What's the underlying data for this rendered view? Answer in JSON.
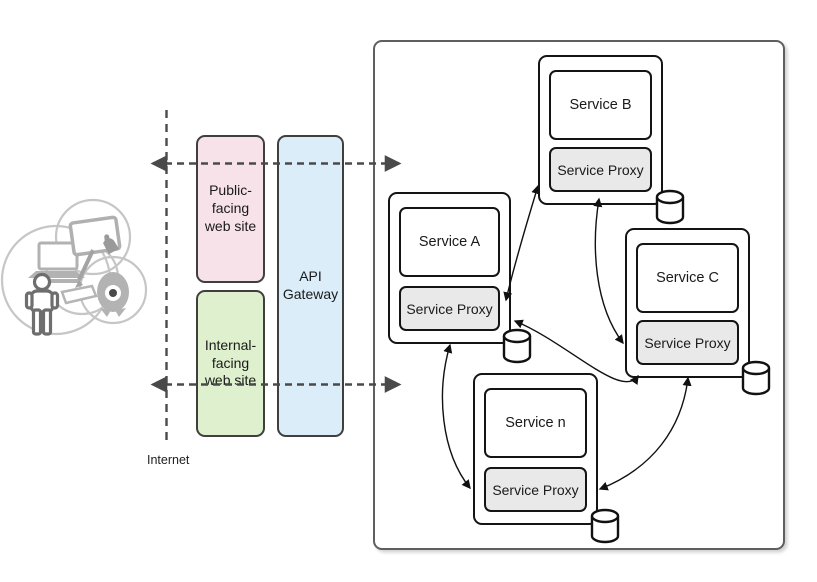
{
  "internet": {
    "label": "Internet"
  },
  "clients": {
    "icons": [
      "person-icon",
      "laptop-icon",
      "tablet-touch-icon",
      "sketch-pen-icon",
      "creature-icon"
    ]
  },
  "edge_zones": {
    "public_site": {
      "label": "Public-facing web site",
      "fill": "#f7e2ea"
    },
    "internal_site": {
      "label": "Internal-facing web site",
      "fill": "#def0cd"
    },
    "api_gateway": {
      "label": "API Gateway",
      "fill": "#daedf8"
    }
  },
  "services": [
    {
      "name": "Service A",
      "proxy": "Service Proxy",
      "icon": "database-icon"
    },
    {
      "name": "Service B",
      "proxy": "Service Proxy",
      "icon": "database-icon"
    },
    {
      "name": "Service C",
      "proxy": "Service Proxy",
      "icon": "database-icon"
    },
    {
      "name": "Service n",
      "proxy": "Service Proxy",
      "icon": "database-icon"
    }
  ],
  "colors": {
    "zone_border": "#3f3f3f",
    "service_border": "#141414",
    "proxy_fill": "#e9e9e9",
    "container_border": "#5f5f5f",
    "dashed_line": "#4a4a4a",
    "arrow": "#111111",
    "illustration_gray": "#c2c2c2"
  }
}
